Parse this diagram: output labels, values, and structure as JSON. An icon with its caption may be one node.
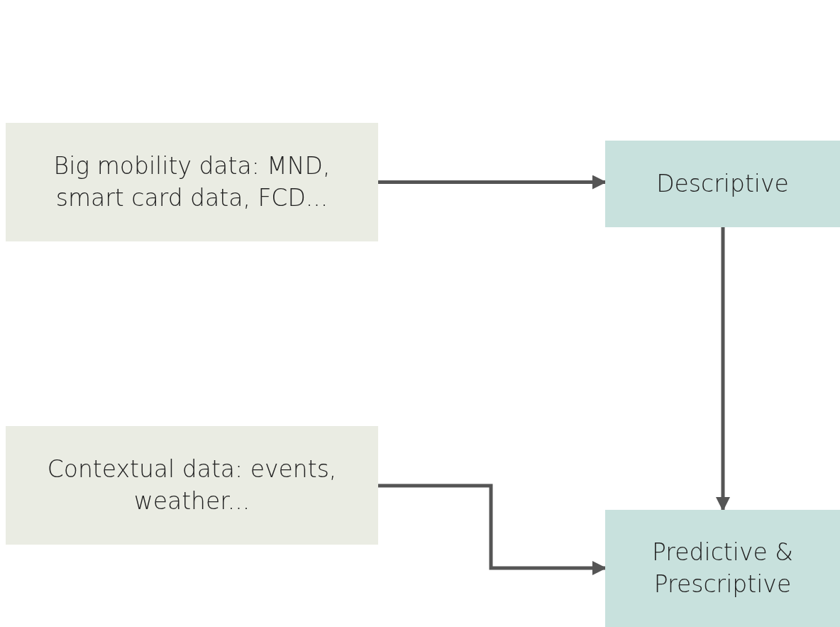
{
  "diagram": {
    "nodes": [
      {
        "text": [
          "Big mobility data: MND, smart card data, FCD..."
        ]
      },
      {
        "text": [
          "Descriptive"
        ]
      },
      {
        "text": [
          "Contextual data: events, weather..."
        ]
      },
      {
        "text": [
          "Predictive & Prescriptive"
        ]
      }
    ],
    "edges": [
      {
        "from": 0,
        "to": 1,
        "arrow": "to"
      },
      {
        "from": 1,
        "to": 3,
        "arrow": "to"
      },
      {
        "from": 2,
        "to": 3,
        "arrow": "to"
      }
    ]
  }
}
